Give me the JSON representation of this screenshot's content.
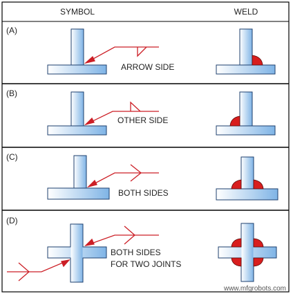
{
  "header": {
    "symbol": "SYMBOL",
    "weld": "WELD"
  },
  "panels": [
    {
      "id": "(A)",
      "caption": [
        "ARROW SIDE"
      ]
    },
    {
      "id": "(B)",
      "caption": [
        "OTHER SIDE"
      ]
    },
    {
      "id": "(C)",
      "caption": [
        "BOTH SIDES"
      ]
    },
    {
      "id": "(D)",
      "caption": [
        "BOTH SIDES",
        "FOR TWO JOINTS"
      ]
    }
  ],
  "watermark": "www.mfgrobots.com",
  "colors": {
    "border": "#000000",
    "divider": "#7a7a7a",
    "steel_light": "#ffffff",
    "steel_dark": "#7fb4e6",
    "steel_stroke": "#1d3f6e",
    "arrow_red": "#cc1f26",
    "weld_red": "#d81e1e",
    "text": "#222222"
  }
}
